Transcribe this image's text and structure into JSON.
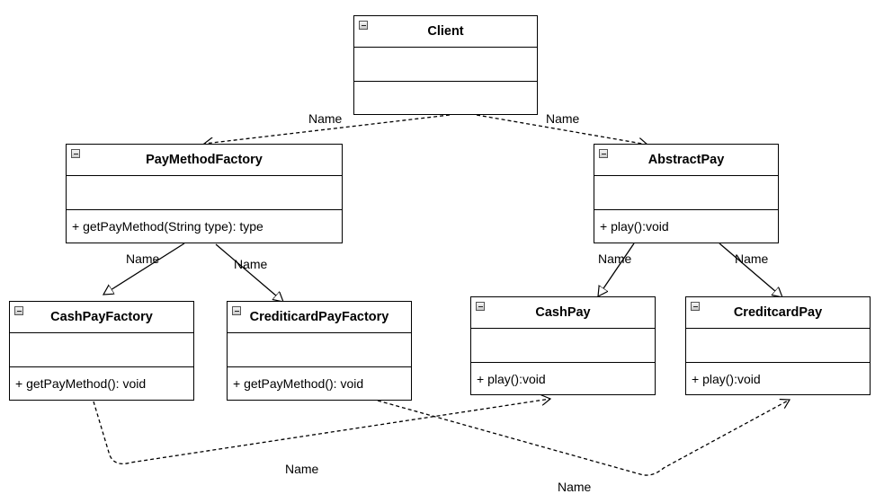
{
  "classes": {
    "client": {
      "name": "Client",
      "operation": ""
    },
    "pay_method_factory": {
      "name": "PayMethodFactory",
      "operation": "+ getPayMethod(String type): type"
    },
    "abstract_pay": {
      "name": "AbstractPay",
      "operation": "+ play():void"
    },
    "cash_pay_factory": {
      "name": "CashPayFactory",
      "operation": "+ getPayMethod(): void"
    },
    "creditcard_pay_factory": {
      "name": "CrediticardPayFactory",
      "operation": "+ getPayMethod(): void"
    },
    "cash_pay": {
      "name": "CashPay",
      "operation": "+ play():void"
    },
    "creditcard_pay": {
      "name": "CreditcardPay",
      "operation": "+ play():void"
    }
  },
  "edge_labels": {
    "client_to_factory": "Name",
    "client_to_abstract": "Name",
    "factory_to_cash_factory": "Name",
    "factory_to_credit_factory": "Name",
    "abstract_to_cash": "Name",
    "abstract_to_credit": "Name",
    "cash_factory_to_cash": "Name",
    "credit_factory_to_credit": "Name"
  },
  "colors": {
    "line": "#000000",
    "background": "#ffffff"
  }
}
